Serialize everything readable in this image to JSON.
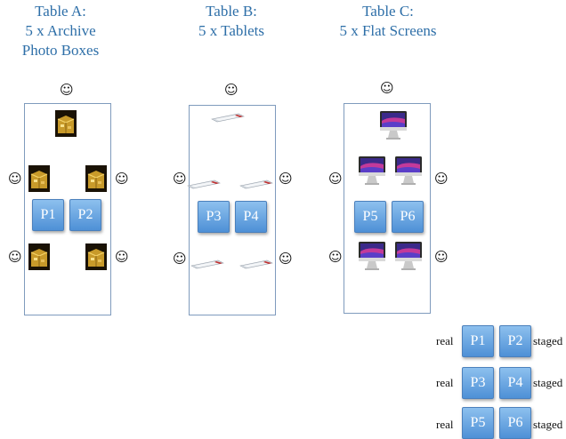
{
  "tables": [
    {
      "title": "Table A:",
      "subtitle_lines": [
        "5 x Archive",
        "Photo Boxes"
      ],
      "participants": [
        "P1",
        "P2"
      ],
      "item_icon": "archive-photo-box-icon"
    },
    {
      "title": "Table B:",
      "subtitle_lines": [
        "5 x Tablets"
      ],
      "participants": [
        "P3",
        "P4"
      ],
      "item_icon": "tablet-icon"
    },
    {
      "title": "Table C:",
      "subtitle_lines": [
        "5 x Flat Screens"
      ],
      "participants": [
        "P5",
        "P6"
      ],
      "item_icon": "flat-screen-icon"
    }
  ],
  "face_glyph": "☺",
  "legend": {
    "rows": [
      {
        "left_label": "real",
        "participants": [
          "P1",
          "P2"
        ],
        "right_label": "staged"
      },
      {
        "left_label": "real",
        "participants": [
          "P3",
          "P4"
        ],
        "right_label": "staged"
      },
      {
        "left_label": "real",
        "participants": [
          "P5",
          "P6"
        ],
        "right_label": "staged"
      }
    ]
  },
  "colors": {
    "heading": "#2e6fa8",
    "participant_box": "#5b9be0",
    "table_border": "#7f9bbd"
  }
}
